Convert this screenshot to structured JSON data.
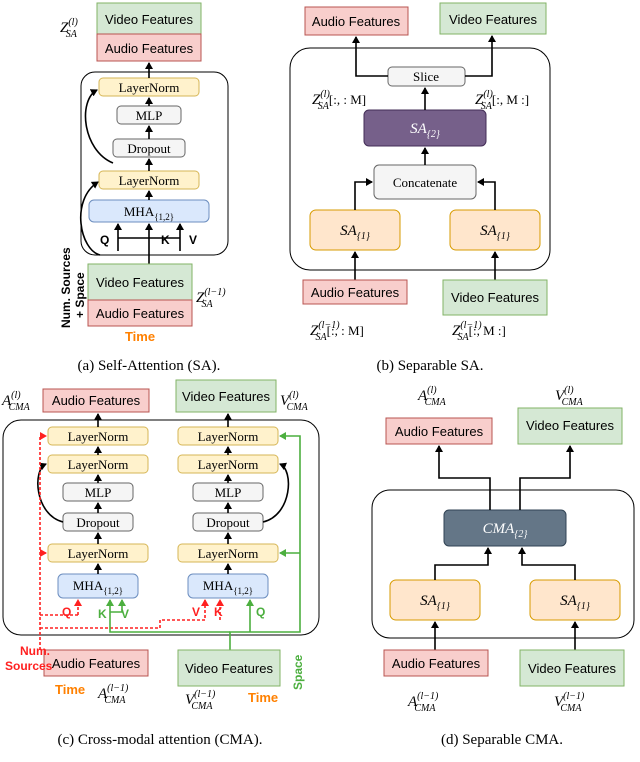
{
  "colors": {
    "video": "#d5e8d4",
    "video_stroke": "#82b366",
    "audio": "#f8cecc",
    "audio_stroke": "#b85450",
    "layernorm": "#fff2cc",
    "layernorm_stroke": "#d6b656",
    "sa": "#ffe6cc",
    "sa_stroke": "#d79b00",
    "mha": "#dae8fc",
    "mha_stroke": "#6c8ebf",
    "gray": "#f5f5f5",
    "gray_stroke": "#666666",
    "sa2": "#76608a",
    "cma2": "#647687",
    "time": "#ff8000",
    "sources": "#ff2020",
    "space": "#4caf3f"
  },
  "labels": {
    "video_features": "Video Features",
    "audio_features": "Audio Features",
    "layernorm": "LayerNorm",
    "mlp": "MLP",
    "dropout": "Dropout",
    "mha": "MHA",
    "mha_sub": "{1,2}",
    "concatenate": "Concatenate",
    "slice": "Slice",
    "sa_base": "SA",
    "sa1_sub": "{1}",
    "sa2_sub": "{2}",
    "cma_base": "CMA",
    "cma2_sub": "{2}",
    "q": "Q",
    "k": "K",
    "v": "V",
    "time": "Time",
    "num_sources_space_1": "Num. Sources",
    "num_sources_space_2": "+ Space",
    "num_1": "Num.",
    "sources": "Sources",
    "space": "Space"
  },
  "math": {
    "z_sa_l": "Z",
    "z_sa_l_sup": "(l)",
    "z_sa_sub": "SA",
    "z_sa_lm1_sup": "(l−1)",
    "slice_left": "[:, : M]",
    "slice_right": "[:, M :]",
    "a_cma": "A",
    "v_cma": "V",
    "cma_sub": "CMA"
  },
  "captions": {
    "a": "(a) Self-Attention (SA).",
    "b": "(b) Separable SA.",
    "c": "(c) Cross-modal attention (CMA).",
    "d": "(d) Separable CMA."
  }
}
